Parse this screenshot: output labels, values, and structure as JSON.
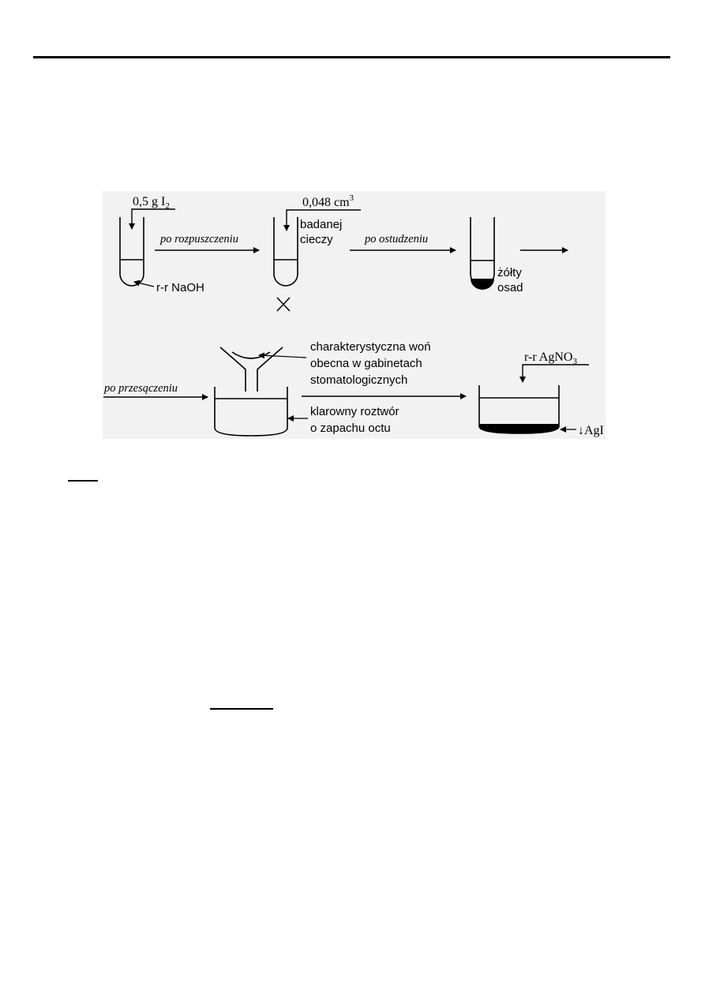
{
  "diagram": {
    "reagent_iodine": {
      "text": "0,5 g I",
      "sub": "2"
    },
    "solution_naoh": "r-r  NaOH",
    "step_dissolve": "po rozpuszczeniu",
    "sample_volume": {
      "text": "0,048 cm",
      "sup": "3"
    },
    "sample_name_line1": "badanej",
    "sample_name_line2": "cieczy",
    "step_cool": "po ostudzeniu",
    "precipitate_line1": "żółty",
    "precipitate_line2": "osad",
    "step_filter": "po przesączeniu",
    "odor_line1": "charakterystyczna woń",
    "odor_line2": "obecna w gabinetach",
    "odor_line3": "stomatologicznych",
    "filtrate_line1": "klarowny roztwór",
    "filtrate_line2": "o zapachu octu",
    "reagent_silver": {
      "text": "r-r AgNO",
      "sub": "3"
    },
    "product_agi": "↓AgI"
  },
  "colors": {
    "ink": "#000000",
    "diagram_background": "#f2f2f2",
    "page": "#ffffff"
  }
}
